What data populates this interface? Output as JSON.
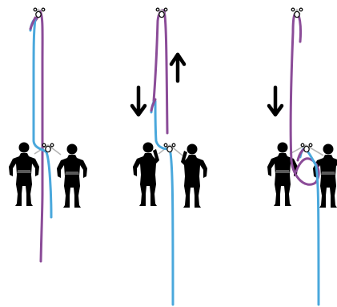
{
  "title": "",
  "colors": {
    "background": "#ffffff",
    "rope_blue": "#4aa8dc",
    "rope_purple": "#8b4c98",
    "sling": "#b5b5b5",
    "figure": "#000000"
  },
  "panels": [
    {
      "id": "step-1",
      "climbers": 2,
      "arrows": []
    },
    {
      "id": "step-2",
      "climbers": 2,
      "arrows": [
        "down",
        "up"
      ]
    },
    {
      "id": "step-3",
      "climbers": 2,
      "arrows": [
        "down"
      ]
    }
  ],
  "icons": [
    "climber-silhouette-icon",
    "carabiner-icon",
    "arrow-down-icon",
    "arrow-up-icon"
  ]
}
